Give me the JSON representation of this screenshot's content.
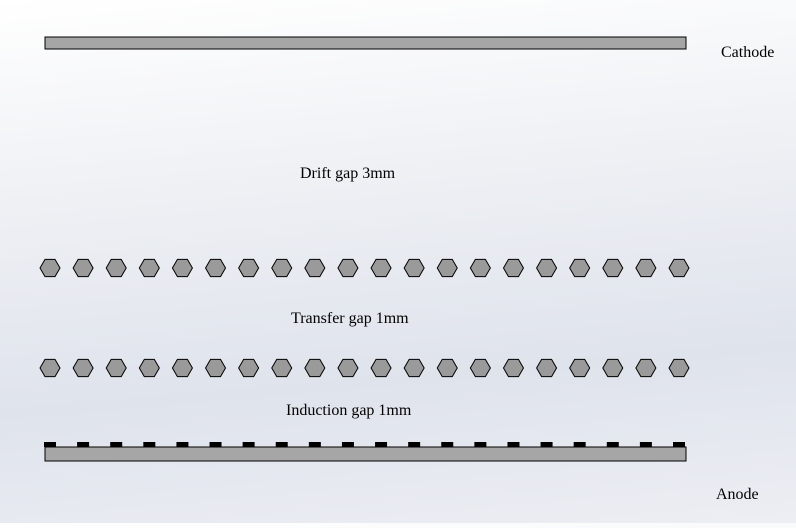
{
  "labels": {
    "cathode": "Cathode",
    "drift_gap": "Drift gap 3mm",
    "transfer_gap": "Transfer gap 1mm",
    "induction_gap": "Induction gap 1mm",
    "anode": "Anode"
  },
  "structure": {
    "gem_hole_count": 20,
    "anode_pad_count": 20
  },
  "colors": {
    "plate_fill": "#a6a6a6",
    "hole_fill": "#9a9a9a",
    "outline": "#000000",
    "pad_fill": "#000000"
  }
}
